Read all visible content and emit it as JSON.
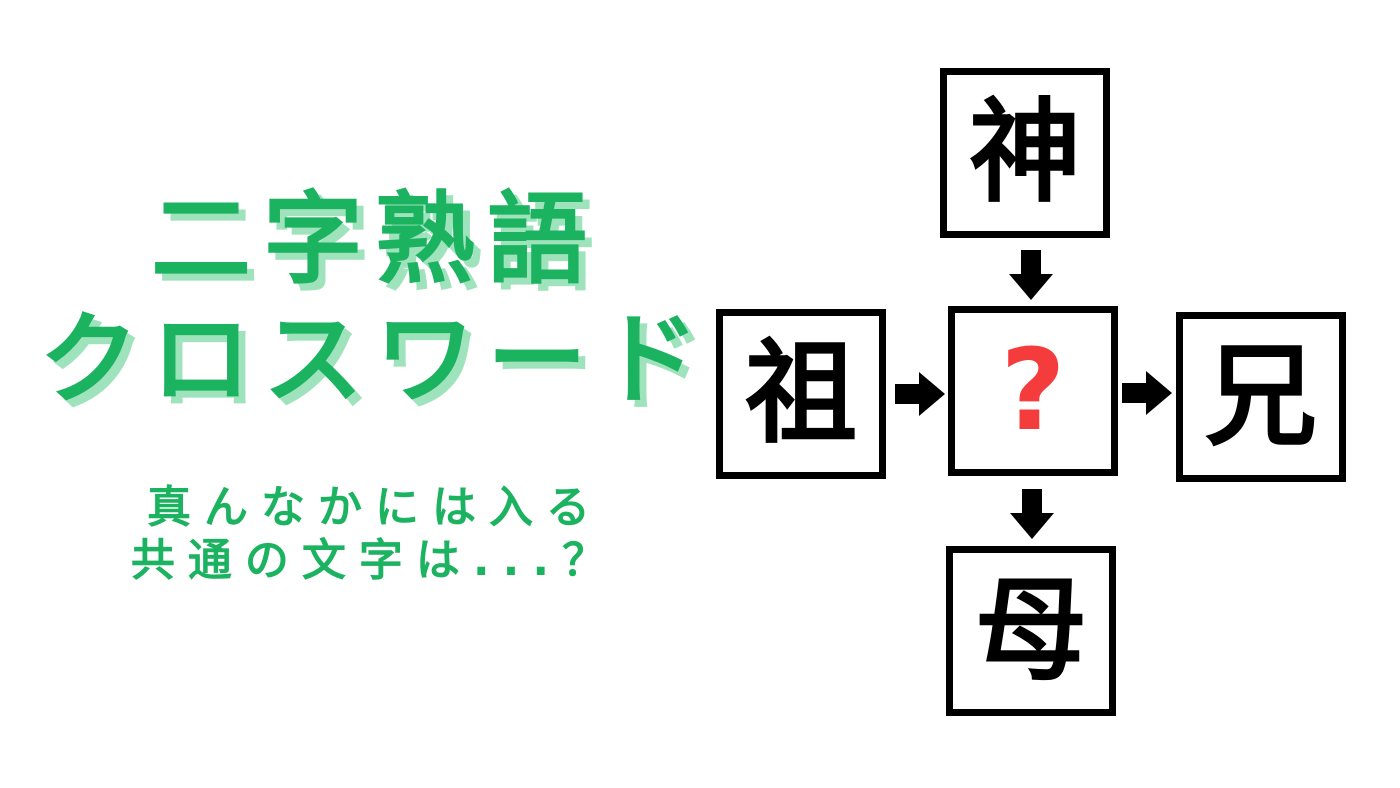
{
  "theme": {
    "background": "#ffffff",
    "green": "#1bb260",
    "green_shadow": "#9fe3bd",
    "red": "#f43c3c",
    "black": "#000000"
  },
  "title": {
    "line1": "二字熟語",
    "line2": "クロスワード"
  },
  "subtitle": {
    "line1": "真んなかには入る",
    "line2": "共通の文字は...？"
  },
  "puzzle": {
    "cells": {
      "top": "神",
      "left": "祖",
      "right": "兄",
      "bottom": "母"
    },
    "center": {
      "label": "?"
    },
    "arrows": [
      {
        "icon": "arrow-down-icon",
        "from": "top",
        "to": "center"
      },
      {
        "icon": "arrow-right-icon",
        "from": "left",
        "to": "center"
      },
      {
        "icon": "arrow-right-icon",
        "from": "center",
        "to": "right"
      },
      {
        "icon": "arrow-down-icon",
        "from": "center",
        "to": "bottom"
      }
    ]
  }
}
